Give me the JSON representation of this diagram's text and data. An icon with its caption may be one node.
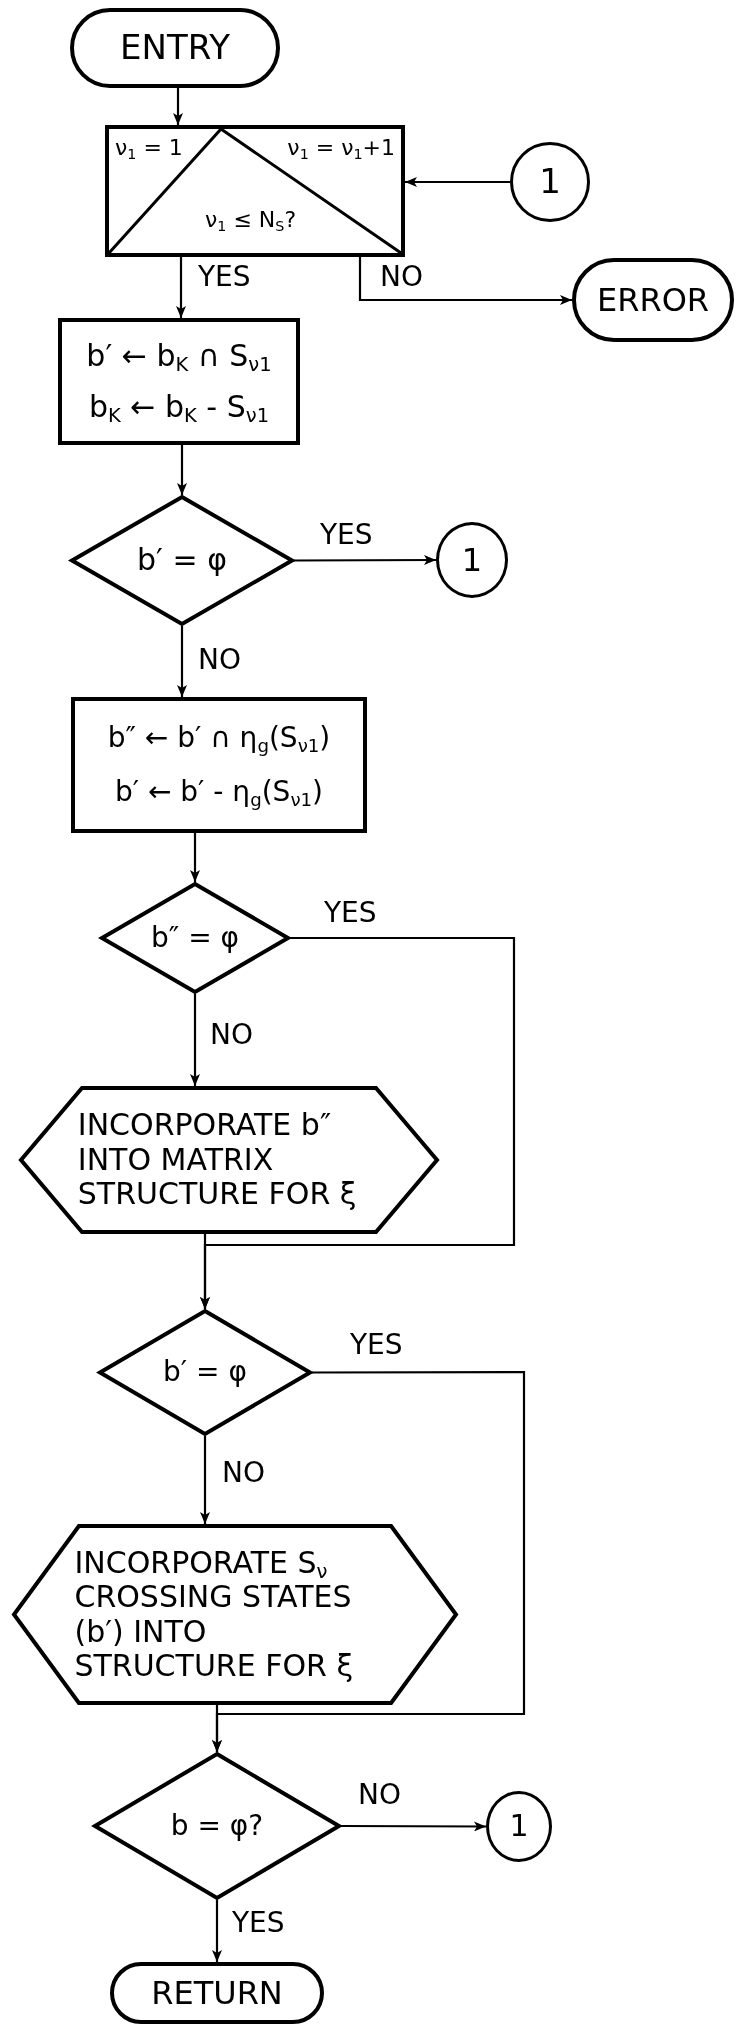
{
  "diagram": {
    "nodes": [
      {
        "text": [
          "ENTRY"
        ]
      },
      {
        "text": [
          "ν$_{1}$ = 1",
          "ν$_{1}$ = ν$_{1}$+1",
          "ν$_{1}$ ≤ N$_{S}$?"
        ]
      },
      {
        "text": [
          "1"
        ]
      },
      {
        "text": [
          "ERROR"
        ]
      },
      {
        "text": [
          "b′ ← b$_{K}$ ∩ S$_{ν1}$",
          "b$_{K}$ ← b$_{K}$ - S$_{ν1}$"
        ]
      },
      {
        "text": [
          "b′ = φ"
        ]
      },
      {
        "text": [
          "1"
        ]
      },
      {
        "text": [
          "b″ ← b′ ∩ η$_{g}$(S$_{ν1}$)",
          "b′ ← b′ - η$_{g}$(S$_{ν1}$)"
        ]
      },
      {
        "text": [
          "b″ = φ"
        ]
      },
      {
        "text": [
          "INCORPORATE b″ INTO MATRIX STRUCTURE FOR ξ"
        ]
      },
      {
        "text": [
          "b′ = φ"
        ]
      },
      {
        "text": [
          "INCORPORATE S$_{ν}$ CROSSING STATES (b′) INTO STRUCTURE FOR ξ"
        ]
      },
      {
        "text": [
          "b = φ?"
        ]
      },
      {
        "text": [
          "1"
        ]
      },
      {
        "text": [
          "RETURN"
        ]
      }
    ],
    "edges": [
      {
        "from": 0,
        "to": 1,
        "arrow": "to"
      },
      {
        "from": 2,
        "to": 1,
        "arrow": "to"
      },
      {
        "from": 1,
        "to": 4,
        "arrow": "to",
        "label": "YES"
      },
      {
        "from": 1,
        "to": 3,
        "arrow": "to",
        "label": "NO"
      },
      {
        "from": 4,
        "to": 5,
        "arrow": "to"
      },
      {
        "from": 5,
        "to": 6,
        "arrow": "to",
        "label": "YES"
      },
      {
        "from": 5,
        "to": 7,
        "arrow": "to",
        "label": "NO"
      },
      {
        "from": 7,
        "to": 8,
        "arrow": "to"
      },
      {
        "from": 8,
        "to": 9,
        "arrow": "to",
        "label": "NO"
      },
      {
        "from": 9,
        "to": 10,
        "arrow": "to"
      },
      {
        "from": 8,
        "to": 10,
        "arrow": "to",
        "label": "YES"
      },
      {
        "from": 10,
        "to": 11,
        "arrow": "to",
        "label": "NO"
      },
      {
        "from": 11,
        "to": 12,
        "arrow": "to"
      },
      {
        "from": 10,
        "to": 12,
        "arrow": "to",
        "label": "YES"
      },
      {
        "from": 12,
        "to": 13,
        "arrow": "to",
        "label": "NO"
      },
      {
        "from": 12,
        "to": 14,
        "arrow": "to",
        "label": "YES"
      }
    ]
  }
}
